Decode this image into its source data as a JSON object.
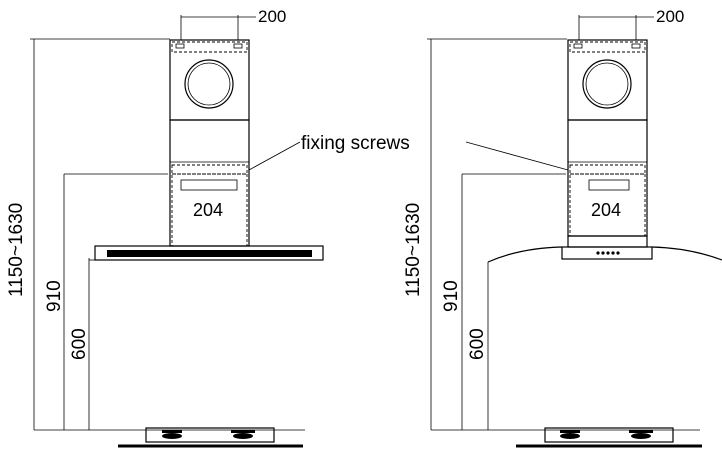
{
  "labels": {
    "chimney_vent_spacing": "200",
    "fixing_screws": "fixing screws",
    "bracket_width": "204",
    "height_range": "1150~1630",
    "bracket_height": "910",
    "hood_height": "600"
  }
}
